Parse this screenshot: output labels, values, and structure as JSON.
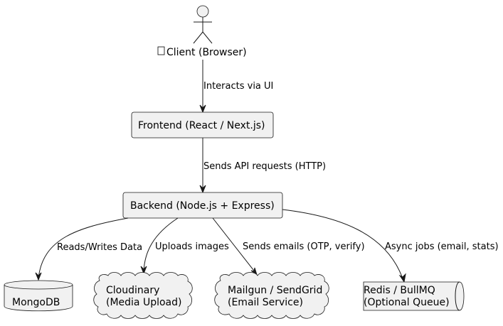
{
  "actor": {
    "label": "Client (Browser)",
    "glyph": "□"
  },
  "nodes": {
    "frontend": "Frontend (React / Next.js)",
    "backend": "Backend (Node.js + Express)",
    "mongodb": "MongoDB",
    "cloudinary": {
      "line1": "Cloudinary",
      "line2": "(Media Upload)"
    },
    "mailgun": {
      "line1": "Mailgun / SendGrid",
      "line2": "(Email Service)"
    },
    "redis": {
      "line1": "Redis / BullMQ",
      "line2": "(Optional Queue)"
    }
  },
  "edges": {
    "client_frontend": "Interacts via UI",
    "frontend_backend": "Sends API requests (HTTP)",
    "backend_mongodb": "Reads/Writes Data",
    "backend_cloudinary": "Uploads images",
    "backend_mailgun": "Sends emails (OTP, verify)",
    "backend_redis": "Async jobs (email, stats)"
  },
  "colors": {
    "fill": "#f1f1f1",
    "stroke": "#181818"
  }
}
